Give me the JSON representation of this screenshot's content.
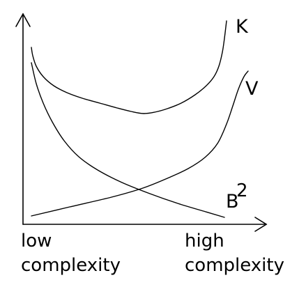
{
  "chart_data": {
    "type": "line",
    "title": "",
    "xlabel": "",
    "ylabel": "",
    "grid": false,
    "x_tick_labels": [
      {
        "lines": [
          "low",
          "complexity"
        ]
      },
      {
        "lines": [
          "high",
          "complexity"
        ]
      }
    ],
    "series": [
      {
        "name": "K",
        "label_main": "K",
        "label_sup": "",
        "points": [
          [
            45,
            68
          ],
          [
            47,
            80
          ],
          [
            52,
            95
          ],
          [
            62,
            110
          ],
          [
            77,
            123
          ],
          [
            96,
            133
          ],
          [
            118,
            141
          ],
          [
            143,
            148
          ],
          [
            168,
            155
          ],
          [
            188,
            160
          ],
          [
            206,
            163
          ],
          [
            222,
            161
          ],
          [
            240,
            156
          ],
          [
            260,
            148
          ],
          [
            280,
            136
          ],
          [
            296,
            123
          ],
          [
            307,
            110
          ],
          [
            314,
            95
          ],
          [
            319,
            75
          ],
          [
            322,
            55
          ],
          [
            325,
            30
          ]
        ]
      },
      {
        "name": "V",
        "label_main": "V",
        "label_sup": "",
        "points": [
          [
            45,
            310
          ],
          [
            100,
            297
          ],
          [
            160,
            283
          ],
          [
            205,
            270
          ],
          [
            240,
            256
          ],
          [
            270,
            242
          ],
          [
            294,
            226
          ],
          [
            312,
            206
          ],
          [
            325,
            178
          ],
          [
            334,
            152
          ],
          [
            342,
            128
          ],
          [
            350,
            110
          ],
          [
            356,
            102
          ]
        ]
      },
      {
        "name": "B²",
        "label_main": "B",
        "label_sup": "2",
        "points": [
          [
            45,
            90
          ],
          [
            52,
            120
          ],
          [
            62,
            148
          ],
          [
            75,
            175
          ],
          [
            92,
            202
          ],
          [
            113,
            225
          ],
          [
            140,
            244
          ],
          [
            175,
            262
          ],
          [
            215,
            278
          ],
          [
            255,
            292
          ],
          [
            295,
            304
          ],
          [
            322,
            312
          ]
        ]
      }
    ]
  }
}
